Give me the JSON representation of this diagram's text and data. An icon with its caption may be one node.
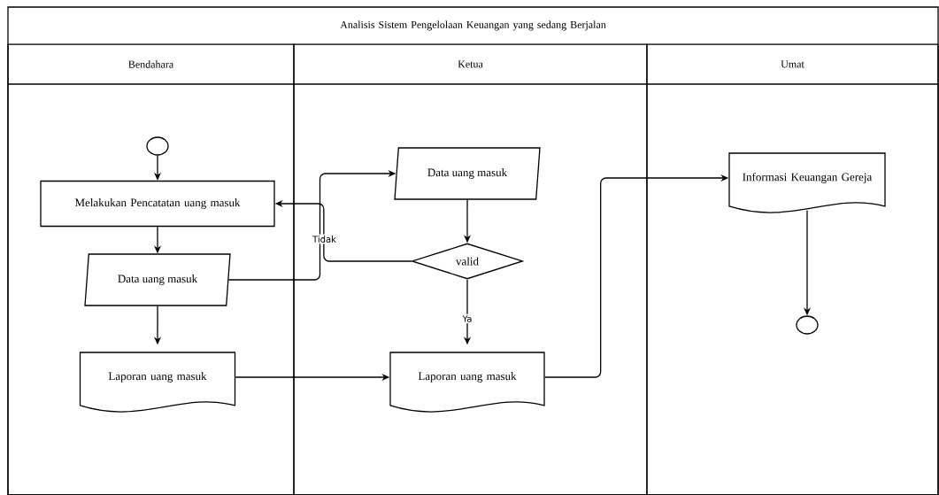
{
  "diagram": {
    "nodes": [
      {
        "text": [
          "Analisis Sistem Pengelolaan Keuangan yang sedang Berjalan"
        ]
      },
      {
        "text": [
          "Bendahara"
        ],
        "in": 0
      },
      {
        "text": [
          "Ketua"
        ],
        "in": 0
      },
      {
        "text": [
          "Umat"
        ],
        "in": 0
      },
      {
        "text": [],
        "shape": "circle",
        "in": 1
      },
      {
        "text": [
          "Melakukan Pencatatan uang masuk"
        ],
        "in": 1
      },
      {
        "text": [
          "Data uang masuk"
        ],
        "in": 1
      },
      {
        "text": [
          "Laporan uang masuk"
        ],
        "in": 1
      },
      {
        "text": [
          "Data uang masuk"
        ],
        "in": 2
      },
      {
        "text": [
          "valid"
        ],
        "in": 2
      },
      {
        "text": [
          "Laporan uang masuk"
        ],
        "in": 2
      },
      {
        "text": [
          "Informasi Keuangan Gereja"
        ],
        "in": 3
      },
      {
        "text": [],
        "shape": "circle",
        "in": 3
      }
    ],
    "edges": [
      {
        "from": 4,
        "to": 5,
        "arrow": "to"
      },
      {
        "from": 5,
        "to": 6,
        "arrow": "to"
      },
      {
        "from": 6,
        "to": 7,
        "arrow": "to"
      },
      {
        "from": 6,
        "to": 8,
        "arrow": "to"
      },
      {
        "from": 8,
        "to": 9,
        "arrow": "to"
      },
      {
        "from": 9,
        "to": 5,
        "arrow": "to",
        "label": "Tidak"
      },
      {
        "from": 9,
        "to": 10,
        "arrow": "to",
        "label": "Ya"
      },
      {
        "from": 7,
        "to": 10,
        "arrow": "to"
      },
      {
        "from": 10,
        "to": 11,
        "arrow": "to"
      },
      {
        "from": 11,
        "to": 12,
        "arrow": "to"
      }
    ]
  }
}
